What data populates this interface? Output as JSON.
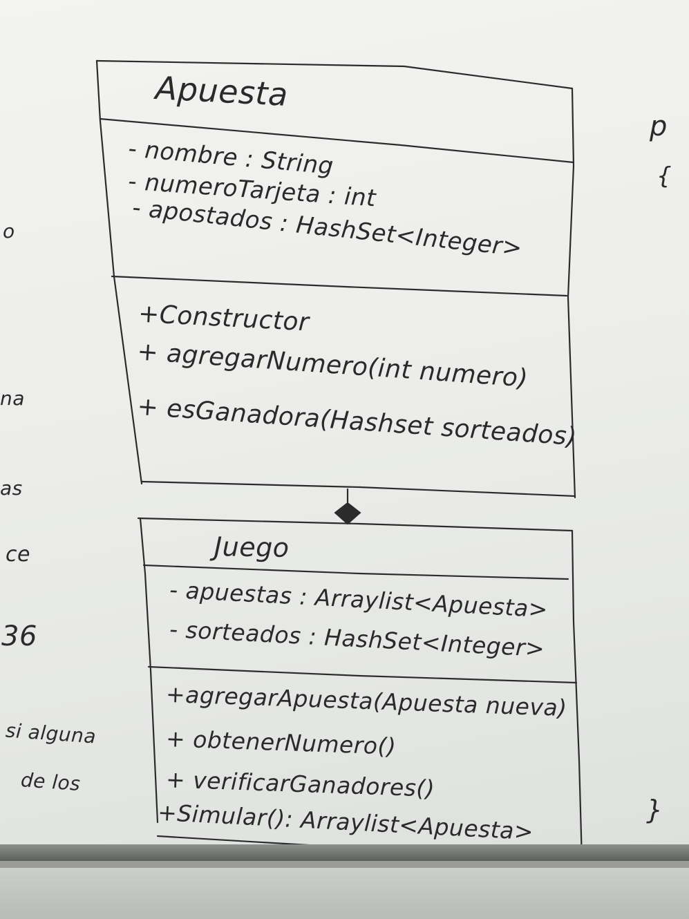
{
  "classes": [
    {
      "name": "Apuesta",
      "attributes": [
        "- nombre : String",
        "- numeroTarjeta : int",
        "- apostados : HashSet<Integer>"
      ],
      "methods": [
        "+Constructor",
        "+ agregarNumero(int numero)",
        "+ esGanadora(Hashset sorteados)"
      ]
    },
    {
      "name": "Juego",
      "attributes": [
        "- apuestas : Arraylist<Apuesta>",
        "- sorteados : HashSet<Integer>"
      ],
      "methods": [
        "+agregarApuesta(Apuesta nueva)",
        "+ obtenerNumero()",
        "+ verificarGanadores()",
        "+Simular(): Arraylist<Apuesta>"
      ]
    }
  ],
  "relationship": {
    "type": "composition",
    "from": "Juego",
    "to": "Apuesta"
  },
  "margin_notes": {
    "left": [
      "o",
      "na",
      "as",
      "ce",
      "36",
      "si alguna",
      "de los"
    ],
    "right": [
      "p",
      "{",
      "}"
    ]
  },
  "colors": {
    "ink": "#2a2a2a",
    "board": "#eeefed",
    "tray": "#6f736f"
  }
}
